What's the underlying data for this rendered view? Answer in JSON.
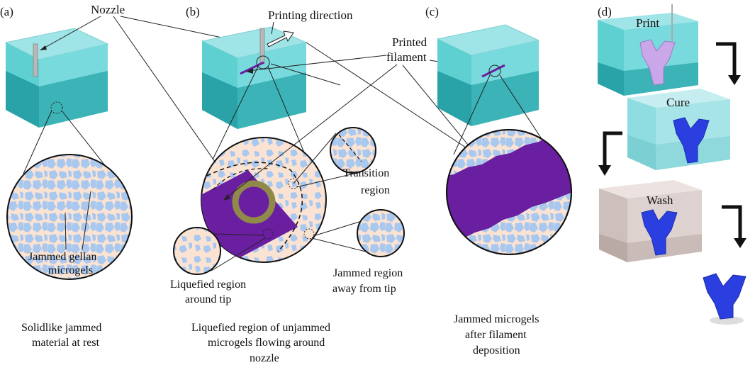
{
  "panels": {
    "a": "(a)",
    "b": "(b)",
    "c": "(c)",
    "d": "(d)"
  },
  "labels": {
    "nozzle": "Nozzle",
    "printing_direction": "Printing direction",
    "printed_filament": [
      "Printed",
      "filament"
    ],
    "transition_region": [
      "Transition",
      "region"
    ],
    "jammed_gellan": [
      "Jammed gellan",
      "microgels"
    ],
    "liquefied_tip": [
      "Liquefied region",
      "around tip"
    ],
    "jammed_away": [
      "Jammed region",
      "away from tip"
    ],
    "print": "Print",
    "cure": "Cure",
    "wash": "Wash"
  },
  "captions": {
    "a": [
      "Solidlike jammed",
      "material at rest"
    ],
    "b": [
      "Liquefied region of unjammed",
      "microgels flowing around",
      "nozzle"
    ],
    "c": [
      "Jammed microgels",
      "after filament",
      "deposition"
    ]
  },
  "colors": {
    "gel_bath": "#5fd0d2",
    "bath_dark": "#2aa3a8",
    "microgel": "#a9c8ef",
    "interstitial": "#fbe3d3",
    "filament": "#6a1fa0",
    "nozzle_ring": "#8f8a4a",
    "printed_part_print": "#c9a7e8",
    "printed_part": "#2b3fe0",
    "wash_bath": "#d8cbc8"
  }
}
